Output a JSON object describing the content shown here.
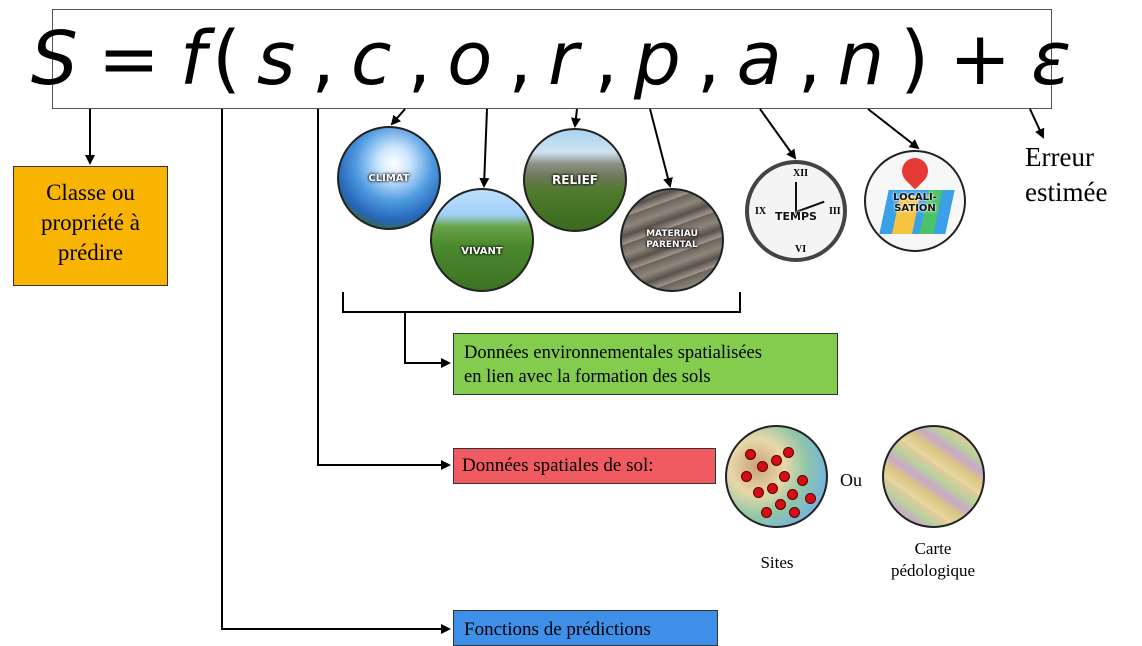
{
  "formula": {
    "lhs": "S",
    "eq": "=",
    "func": "f",
    "open": "(",
    "args": [
      "s",
      "c",
      "o",
      "r",
      "p",
      "a",
      "n"
    ],
    "close": ")",
    "plus": "+",
    "epsilon": "ε"
  },
  "boxes": {
    "predict_line1": "Classe ou",
    "predict_line2": "propriété à",
    "predict_line3": "prédire",
    "env_line1": "Données environnementales spatialisées",
    "env_line2": "en lien avec la formation des sols",
    "soil": "Données spatiales de sol:",
    "functions": "Fonctions de prédictions"
  },
  "error": {
    "line1": "Erreur",
    "line2": "estimée"
  },
  "circles": {
    "climat": "CLIMAT",
    "vivant": "VIVANT",
    "relief": "RELIEF",
    "materiau_line1": "MATERIAU",
    "materiau_line2": "PARENTAL",
    "temps": "TEMPS",
    "localisation_line1": "LOCALI-",
    "localisation_line2": "SATION"
  },
  "soil_options": {
    "or": "Ou",
    "sites": "Sites",
    "carte_line1": "Carte",
    "carte_line2": "pédologique"
  },
  "colors": {
    "predict": "#f8b400",
    "env": "#83cc4d",
    "soil": "#ef5b60",
    "functions": "#3d8fe8"
  }
}
